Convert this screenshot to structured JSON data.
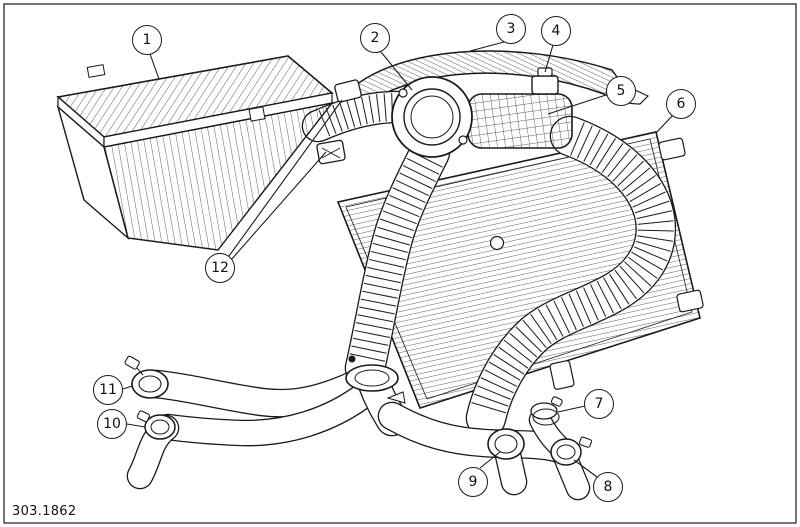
{
  "figure": {
    "reference": "303.1862"
  },
  "style": {
    "ink": "#1a1a1a",
    "background": "#ffffff"
  },
  "callouts": [
    {
      "label": "1"
    },
    {
      "label": "2"
    },
    {
      "label": "3"
    },
    {
      "label": "4"
    },
    {
      "label": "5"
    },
    {
      "label": "6"
    },
    {
      "label": "7"
    },
    {
      "label": "8"
    },
    {
      "label": "9"
    },
    {
      "label": "10"
    },
    {
      "label": "11"
    },
    {
      "label": "12"
    }
  ]
}
